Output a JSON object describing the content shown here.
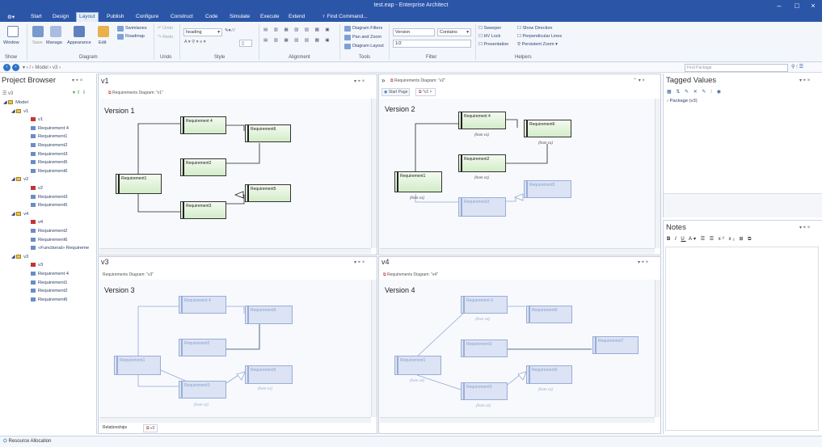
{
  "window": {
    "title": "test.eap - Enterprise Architect"
  },
  "menu": [
    "Start",
    "Design",
    "Layout",
    "Publish",
    "Configure",
    "Construct",
    "Code",
    "Simulate",
    "Execute",
    "Extend"
  ],
  "menu_active": "Layout",
  "find_command": "Find Command...",
  "ribbon": {
    "window_label": "Window",
    "show_label": "Show",
    "save_label": "Save",
    "manage_label": "Manage",
    "appearance_label": "Appearance",
    "edit_label": "Edit",
    "diagram_label": "Diagram",
    "swimlanes": "Swimlanes",
    "roadmap": "Roadmap",
    "undo": "Undo",
    "redo": "Redo",
    "undo_label": "Undo",
    "style_value": "heading",
    "style_label": "Style",
    "alignment_label": "Alignment",
    "diagram_filters": "Diagram Filters",
    "pan_zoom": "Pan and Zoom",
    "diagram_layout": "Diagram Layout",
    "tools_label": "Tools",
    "filter_field": "Version",
    "filter_op": "Contains",
    "filter_value": "1/2",
    "filter_label": "Filter",
    "sweeper": "Sweeper",
    "hv_lock": "HV Lock",
    "presentation": "Presentation",
    "show_direction": "Show Direction",
    "perpendicular": "Perpendicular Lines",
    "persistent_zoom": "Persistent Zoom",
    "helpers_label": "Helpers"
  },
  "nav": {
    "path": [
      "Model",
      "v3"
    ],
    "find_package": "Find Package"
  },
  "project_browser": {
    "title": "Project Browser",
    "filter_value": "v3",
    "items": [
      {
        "label": "Model",
        "type": "model",
        "level": 0
      },
      {
        "label": "v1",
        "type": "pkg",
        "level": 1
      },
      {
        "label": "v1",
        "type": "dia",
        "level": 2
      },
      {
        "label": "Requirement 4",
        "type": "req",
        "level": 2
      },
      {
        "label": "Requirement1",
        "type": "req",
        "level": 2
      },
      {
        "label": "Requirement2",
        "type": "req",
        "level": 2
      },
      {
        "label": "Requirement3",
        "type": "req",
        "level": 2
      },
      {
        "label": "Requirement5",
        "type": "req",
        "level": 2
      },
      {
        "label": "Requirement6",
        "type": "req",
        "level": 2
      },
      {
        "label": "v2",
        "type": "pkg",
        "level": 1
      },
      {
        "label": "v2",
        "type": "dia",
        "level": 2
      },
      {
        "label": "Requirement3",
        "type": "req",
        "level": 2
      },
      {
        "label": "Requirement5",
        "type": "req",
        "level": 2
      },
      {
        "label": "v4",
        "type": "pkg",
        "level": 1
      },
      {
        "label": "v4",
        "type": "dia",
        "level": 2
      },
      {
        "label": "Requirement2",
        "type": "req",
        "level": 2
      },
      {
        "label": "Requirement6",
        "type": "req",
        "level": 2
      },
      {
        "label": "«Functional» Requireme",
        "type": "req",
        "level": 2
      },
      {
        "label": "v3",
        "type": "pkg",
        "level": 1
      },
      {
        "label": "v3",
        "type": "dia",
        "level": 2
      },
      {
        "label": "Requirement 4",
        "type": "req",
        "level": 2
      },
      {
        "label": "Requirement1",
        "type": "req",
        "level": 2
      },
      {
        "label": "Requirement2",
        "type": "req",
        "level": 2
      },
      {
        "label": "Requirement6",
        "type": "req",
        "level": 2
      }
    ]
  },
  "diagrams": {
    "v1": {
      "title": "v1",
      "tab": "Requirements Diagram: \"v1\"",
      "version": "Version 1"
    },
    "v2": {
      "title": "Requirements Diagram: \"v2\"",
      "start_tab": "Start Page",
      "tab": "*v2",
      "version": "Version 2"
    },
    "v3": {
      "title": "v3",
      "tab": "Requirements Diagram: \"v3\"",
      "version": "Version 3"
    },
    "v4": {
      "title": "v4",
      "tab": "Requirements Diagram: \"v4\"",
      "version": "Version 4"
    }
  },
  "elements": {
    "r1": "Requirement1",
    "r2": "Requirement2",
    "r3": "Requirement3",
    "r4": "Requirement 4",
    "r5": "Requirement5",
    "r6": "Requirement6",
    "r7": "Requirement7",
    "from_v1": "(from v1)",
    "from_v2": "(from v2)",
    "from_v4": "(from v4)"
  },
  "bottom_tabs": [
    "Relationships",
    "v3"
  ],
  "tagged_values": {
    "title": "Tagged Values",
    "item": "Package (v3)"
  },
  "notes": {
    "title": "Notes"
  },
  "status": {
    "text": "Resource Allocation"
  }
}
